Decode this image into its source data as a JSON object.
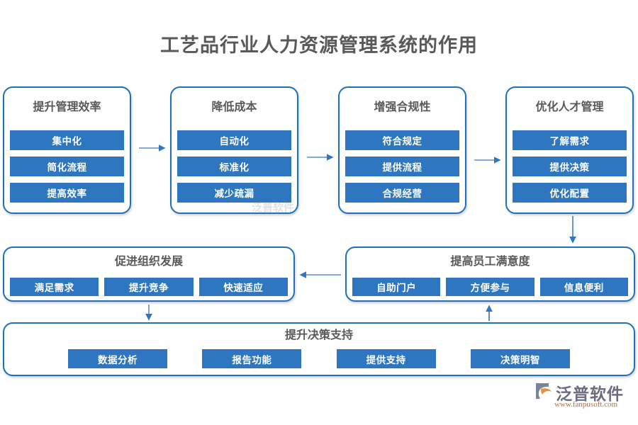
{
  "title": "工艺品行业人力资源管理系统的作用",
  "colors": {
    "accent": "#2E77C0",
    "border": "#1F71BC",
    "title_text": "#595959",
    "pill_text": "#FFFFFF",
    "background": "#FFFFFF"
  },
  "row1": [
    {
      "title": "提升管理效率",
      "items": [
        "集中化",
        "简化流程",
        "提高效率"
      ]
    },
    {
      "title": "降低成本",
      "items": [
        "自动化",
        "标准化",
        "减少疏漏"
      ]
    },
    {
      "title": "增强合规性",
      "items": [
        "符合规定",
        "提供流程",
        "合规经营"
      ]
    },
    {
      "title": "优化人才管理",
      "items": [
        "了解需求",
        "提供决策",
        "优化配置"
      ]
    }
  ],
  "row2": [
    {
      "title": "促进组织发展",
      "items": [
        "满足需求",
        "提升竞争",
        "快速适应"
      ]
    },
    {
      "title": "提高员工满意度",
      "items": [
        "自助门户",
        "方便参与",
        "信息便利"
      ]
    }
  ],
  "row3": {
    "title": "提升决策支持",
    "items": [
      "数据分析",
      "报告功能",
      "提供支持",
      "决策明智"
    ]
  },
  "connectors": [
    {
      "name": "card1-to-card2",
      "direction": "right"
    },
    {
      "name": "card2-to-card3",
      "direction": "right"
    },
    {
      "name": "card3-to-card4",
      "direction": "right"
    },
    {
      "name": "card4-to-satisfaction",
      "direction": "down"
    },
    {
      "name": "satisfaction-to-organization",
      "direction": "left"
    },
    {
      "name": "organization-to-decision",
      "direction": "down"
    },
    {
      "name": "decision-to-satisfaction",
      "direction": "up"
    }
  ],
  "logo": {
    "brand": "泛普软件",
    "url": "www.fanpusoft.com"
  },
  "watermark": "泛普软件"
}
